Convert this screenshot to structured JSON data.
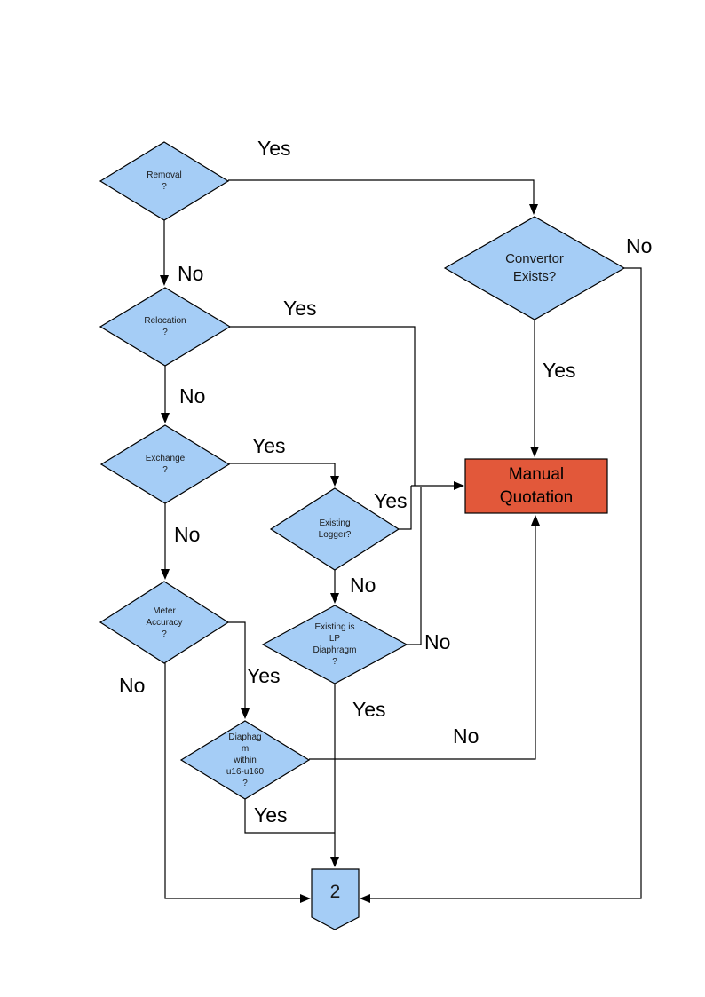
{
  "diagram": {
    "kind": "flowchart",
    "nodes": {
      "removal": {
        "shape": "decision",
        "label": "Removal\n?"
      },
      "relocation": {
        "shape": "decision",
        "label": "Relocation\n?"
      },
      "exchange": {
        "shape": "decision",
        "label": "Exchange\n?"
      },
      "meter_accuracy": {
        "shape": "decision",
        "label": "Meter\nAccuracy\n?"
      },
      "existing_logger": {
        "shape": "decision",
        "label": "Existing\nLogger?"
      },
      "existing_lp": {
        "shape": "decision",
        "label": "Existing is\nLP\nDiaphragm\n?"
      },
      "diaphagm_range": {
        "shape": "decision",
        "label": "Diaphag\nm\nwithin\nu16-u160\n?"
      },
      "convertor_exists": {
        "shape": "decision",
        "label": "Convertor\nExists?"
      },
      "manual_quotation": {
        "shape": "process",
        "label": "Manual\nQuotation"
      },
      "connector_2": {
        "shape": "off-page-connector",
        "label": "2"
      }
    },
    "edge_labels": {
      "removal_yes": "Yes",
      "removal_no": "No",
      "relocation_yes": "Yes",
      "relocation_no": "No",
      "exchange_yes": "Yes",
      "exchange_no": "No",
      "logger_yes": "Yes",
      "logger_no": "No",
      "lp_yes": "Yes",
      "lp_no": "No",
      "meter_yes": "Yes",
      "meter_no": "No",
      "diaphagm_yes": "Yes",
      "diaphagm_no": "No",
      "convertor_yes": "Yes",
      "convertor_no": "No"
    },
    "colors": {
      "decision_fill": "#A5CDF6",
      "connector_fill": "#A5CDF6",
      "process_fill": "#E2583A",
      "border": "#000000",
      "line": "#000000"
    }
  }
}
